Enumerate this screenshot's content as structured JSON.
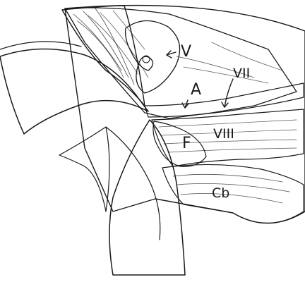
{
  "labels": {
    "v": "V",
    "vii": "VII",
    "a": "A",
    "viii": "VIII",
    "f": "F",
    "cb": "Cb"
  }
}
